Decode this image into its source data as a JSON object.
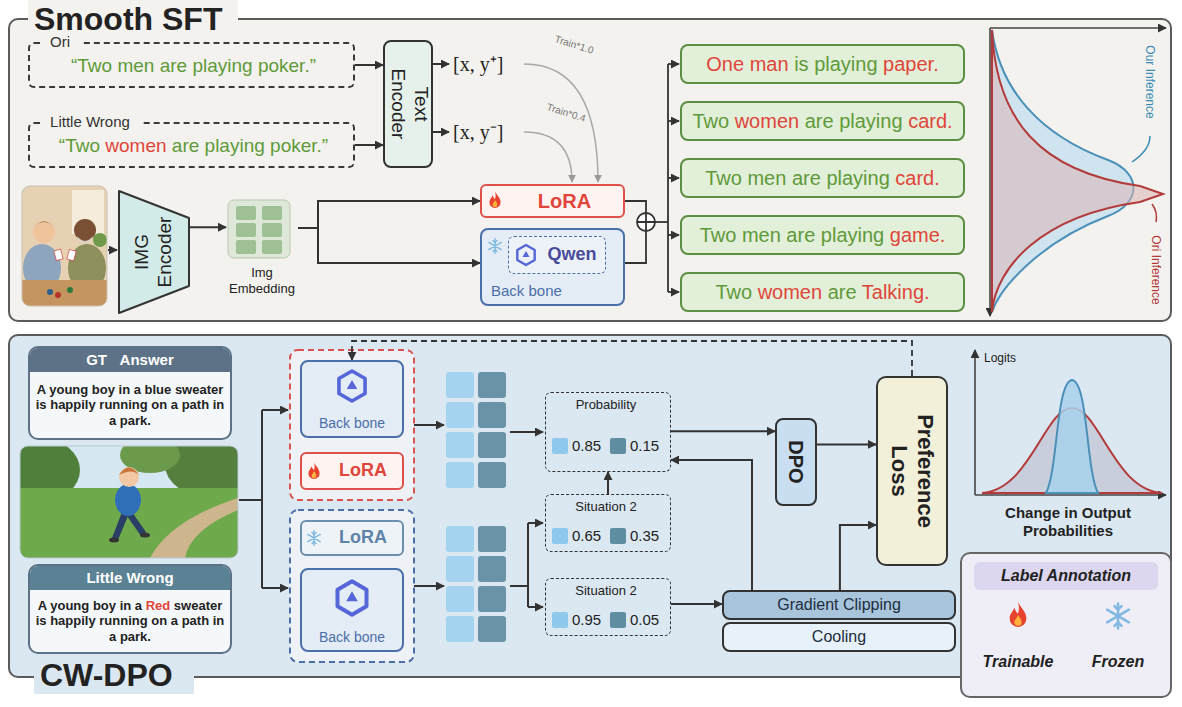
{
  "diagram": {
    "nodes": [
      {
        "text": [
          "Smooth SFT"
        ]
      },
      {
        "text": [
          "Ori",
          "“Two men are playing poker.”"
        ],
        "in": 0
      },
      {
        "text": [
          "Little Wrong",
          "“Two women are playing poker.”"
        ],
        "in": 0
      },
      {
        "text": [
          "Text Encoder"
        ],
        "in": 0
      },
      {
        "text": [
          "IMG Encoder"
        ],
        "in": 0
      },
      {
        "text": [
          "Img Embedding"
        ],
        "in": 0
      },
      {
        "text": [
          "LoRA"
        ],
        "in": 0
      },
      {
        "text": [
          "Back bone"
        ],
        "in": 0
      },
      {
        "text": [
          "Qwen"
        ],
        "in": 7
      },
      {
        "text": [
          "One man is playing paper."
        ],
        "in": 0
      },
      {
        "text": [
          "Two women are playing card."
        ],
        "in": 0
      },
      {
        "text": [
          "Two men are playing card."
        ],
        "in": 0
      },
      {
        "text": [
          "Two men are playing game."
        ],
        "in": 0
      },
      {
        "text": [
          "Two women are Talking."
        ],
        "in": 0
      },
      {
        "text": [
          "CW-DPO"
        ]
      },
      {
        "text": [
          "GT Answer",
          "A young boy in a blue sweater is happily running on a path in a park."
        ],
        "in": 14
      },
      {
        "text": [
          "Little Wrong",
          "A young boy in a Red sweater is happily running on a path in a park."
        ],
        "in": 14
      },
      {
        "text": [
          "Back bone"
        ],
        "in": 14
      },
      {
        "text": [
          "LoRA"
        ],
        "in": 14
      },
      {
        "text": [
          "LoRA"
        ],
        "in": 14
      },
      {
        "text": [
          "Back bone"
        ],
        "in": 14
      },
      {
        "text": [
          "Probability",
          "0.85",
          "0.15"
        ],
        "in": 14
      },
      {
        "text": [
          "Situation 2",
          "0.65",
          "0.35"
        ],
        "in": 14
      },
      {
        "text": [
          "Situation 2",
          "0.95",
          "0.05"
        ],
        "in": 14
      },
      {
        "text": [
          "DPO"
        ],
        "in": 14
      },
      {
        "text": [
          "Preference Loss"
        ],
        "in": 14
      },
      {
        "text": [
          "Gradient Clipping"
        ],
        "in": 14
      },
      {
        "text": [
          "Cooling"
        ],
        "in": 14
      },
      {
        "text": [
          "Label Annotation",
          "Trainable",
          "Frozen"
        ],
        "in": 14
      }
    ],
    "edges": [
      {
        "from": 1,
        "to": 3,
        "arrow": "to"
      },
      {
        "from": 2,
        "to": 3,
        "arrow": "to"
      },
      {
        "from": 4,
        "to": 5,
        "arrow": "to"
      },
      {
        "from": 5,
        "to": 6,
        "arrow": "to"
      },
      {
        "from": 5,
        "to": 7,
        "arrow": "to"
      },
      {
        "from": 22,
        "to": 21,
        "arrow": "to"
      },
      {
        "from": 21,
        "to": 24,
        "arrow": "to"
      },
      {
        "from": 24,
        "to": 25,
        "arrow": "to"
      },
      {
        "from": 26,
        "to": 21,
        "arrow": "to"
      },
      {
        "from": 26,
        "to": 25,
        "arrow": "to"
      },
      {
        "from": 23,
        "to": 26,
        "arrow": "to"
      },
      {
        "from": 25,
        "to": 17,
        "arrow": "to"
      }
    ],
    "labels": [
      "[x, y⁺]",
      "[x, y⁻]",
      "Train*1.0",
      "Train*0.4",
      "Our Inference",
      "Ori Inference",
      "Logits",
      "Change in Output Probabilities"
    ]
  }
}
